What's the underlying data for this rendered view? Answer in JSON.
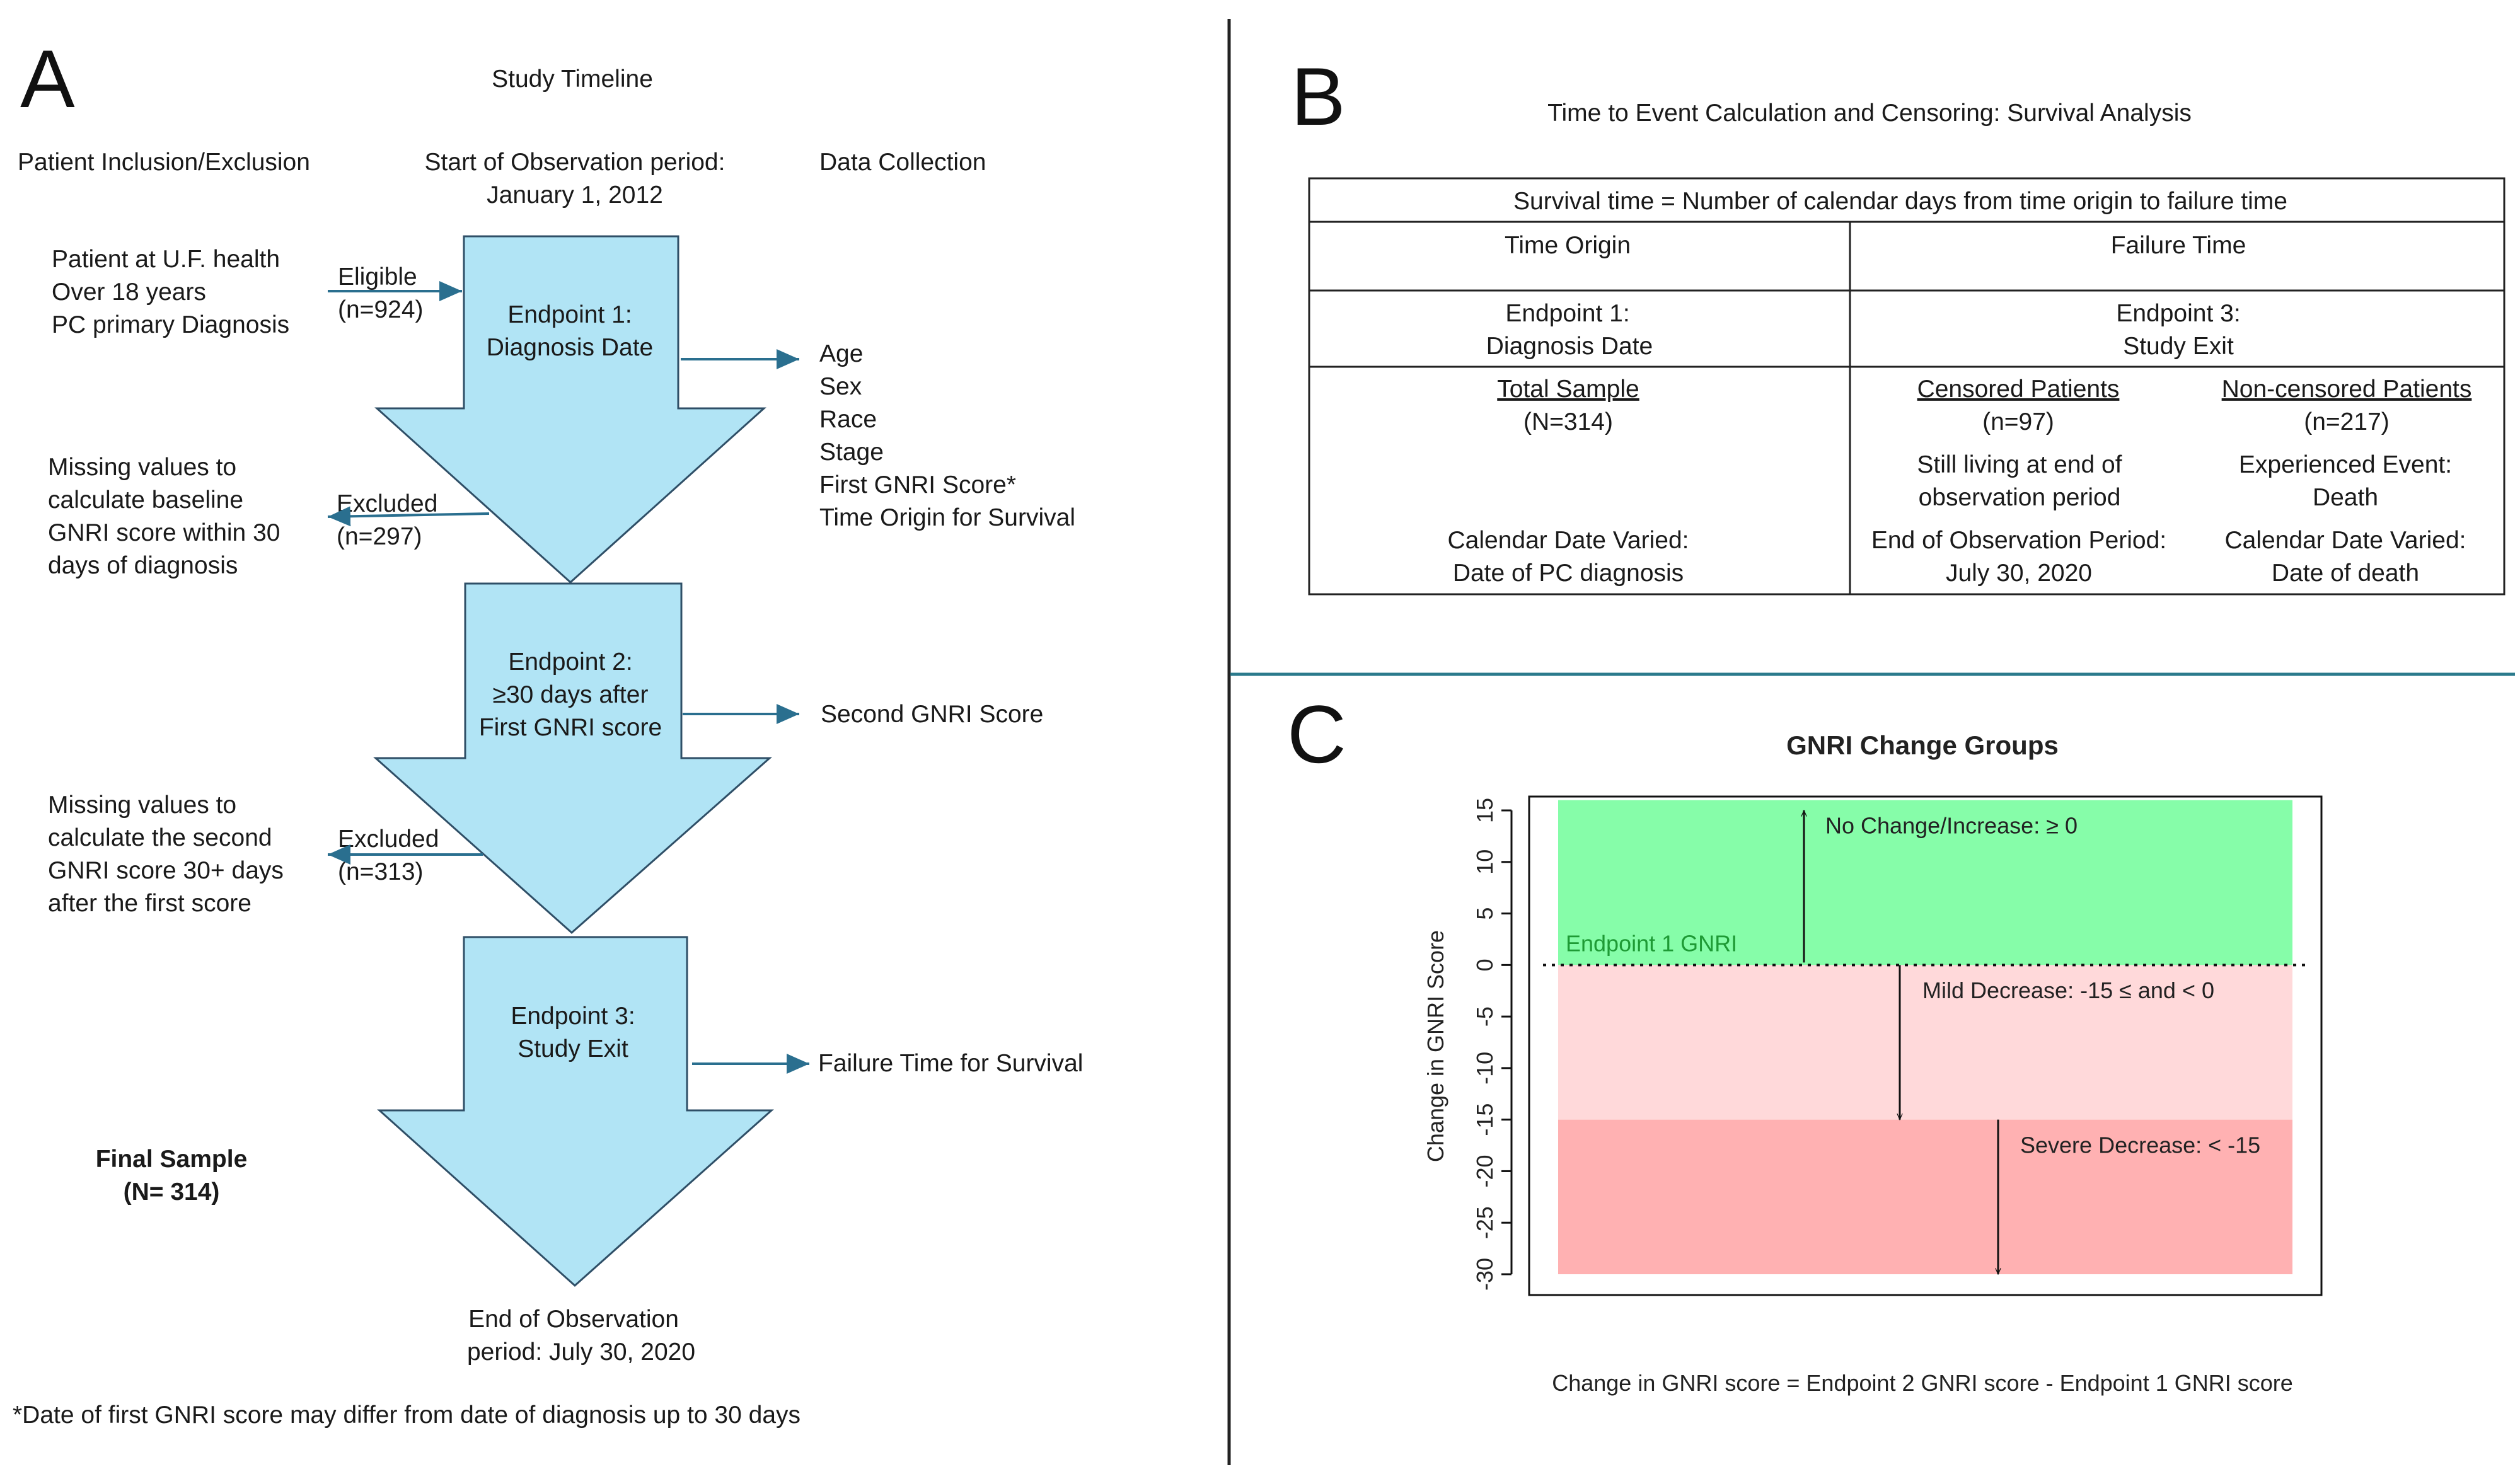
{
  "colors": {
    "arrow_fill": "#b1e4f5",
    "arrow_stroke": "#2f4f67",
    "connector": "#2a6f8f",
    "divider_vertical": "#222222",
    "divider_horizontal": "#2b7a8c",
    "green_region": "#86fda9",
    "mild_region": "#ffd9da",
    "severe_region": "#ffb1b2",
    "endpoint_text": "#1e9a35"
  },
  "panel_a": {
    "letter": "A",
    "title": "Study Timeline",
    "col_inclusion": "Patient Inclusion/Exclusion",
    "col_start_line1": "Start of Observation period:",
    "col_start_line2": "January 1, 2012",
    "col_data": "Data Collection",
    "criteria": [
      "Patient at U.F. health",
      "Over 18 years",
      "PC primary Diagnosis"
    ],
    "eligible_label": "Eligible",
    "eligible_n": "(n=924)",
    "endpoint1": [
      "Endpoint 1:",
      "Diagnosis Date"
    ],
    "data1": [
      "Age",
      "Sex",
      "Race",
      "Stage",
      "First GNRI Score*",
      "Time Origin for Survival"
    ],
    "missing1": [
      "Missing values to",
      "calculate baseline",
      "GNRI score within 30",
      "days of diagnosis"
    ],
    "excluded1_label": "Excluded",
    "excluded1_n": "(n=297)",
    "endpoint2": [
      "Endpoint 2:",
      "≥30 days after",
      "First GNRI score"
    ],
    "data2": "Second GNRI Score",
    "missing2": [
      "Missing values to",
      "calculate the second",
      "GNRI score 30+ days",
      "after the first score"
    ],
    "excluded2_label": "Excluded",
    "excluded2_n": "(n=313)",
    "endpoint3": [
      "Endpoint 3:",
      "Study Exit"
    ],
    "data3": "Failure Time for Survival",
    "final_sample": [
      "Final Sample",
      "(N= 314)"
    ],
    "end_obs": [
      "End of Observation",
      "period: July 30, 2020"
    ],
    "footnote": "*Date of first GNRI score may differ from date of diagnosis up to 30 days"
  },
  "panel_b": {
    "letter": "B",
    "title": "Time to Event Calculation and Censoring: Survival Analysis",
    "table_header": "Survival time = Number of calendar days from time origin to failure time",
    "col1_header": "Time Origin",
    "col2_header": "Failure Time",
    "col1_endpoint": [
      "Endpoint 1:",
      "Diagnosis Date"
    ],
    "col2_endpoint": [
      "Endpoint 3:",
      "Study Exit"
    ],
    "total_sample": "Total Sample",
    "total_n": "(N=314)",
    "censored": "Censored Patients",
    "censored_n": "(n=97)",
    "censored_desc": [
      "Still living at end of",
      "observation period"
    ],
    "noncensored": "Non-censored Patients",
    "noncensored_n": "(n=217)",
    "noncensored_desc": [
      "Experienced Event:",
      "Death"
    ],
    "origin_date": [
      "Calendar Date Varied:",
      "Date of PC diagnosis"
    ],
    "censored_date": [
      "End of Observation Period:",
      "July 30, 2020"
    ],
    "noncensored_date": [
      "Calendar Date Varied:",
      "Date of death"
    ]
  },
  "panel_c": {
    "letter": "C",
    "caption": "Change in GNRI score = Endpoint 2 GNRI score - Endpoint 1 GNRI score"
  },
  "chart_data": {
    "type": "area",
    "title": "GNRI Change Groups",
    "ylabel": "Change in GNRI Score",
    "xlabel": "",
    "ylim": [
      -31,
      17
    ],
    "yticks": [
      15,
      10,
      5,
      0,
      -5,
      -10,
      -15,
      -20,
      -25,
      -30
    ],
    "y_tick_labels": [
      "15",
      "10",
      "5",
      "0",
      "-5",
      "-10",
      "-15",
      "-20",
      "-25",
      "-30"
    ],
    "reference_line": {
      "y": 0,
      "label": "Endpoint 1 GNRI",
      "style": "dotted"
    },
    "regions": [
      {
        "name": "No Change/Increase: ≥ 0",
        "y_from": 0,
        "y_to": 16,
        "arrow_from": 0,
        "arrow_to": 15
      },
      {
        "name": "Mild Decrease: -15 ≤ and < 0",
        "y_from": -15,
        "y_to": 0,
        "arrow_from": 0,
        "arrow_to": -15
      },
      {
        "name": "Severe Decrease: < -15",
        "y_from": -30,
        "y_to": -15,
        "arrow_from": -15,
        "arrow_to": -30
      }
    ]
  }
}
